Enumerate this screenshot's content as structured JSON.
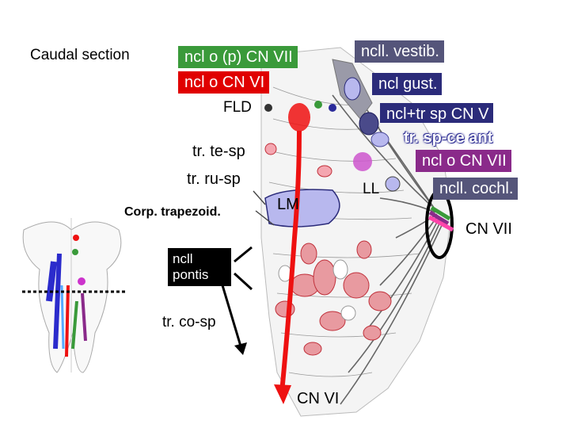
{
  "labels": {
    "caudal_section": "Caudal section",
    "fld": "FLD",
    "tr_te_sp": "tr. te-sp",
    "tr_ru_sp": "tr. ru-sp",
    "corp_trapezoid": "Corp. trapezoid.",
    "lm": "LM",
    "ll": "LL",
    "ncll_pontis": "ncll\npontis",
    "tr_co_sp": "tr. co-sp",
    "cn_vi": "CN VI",
    "cn_vii": "CN VII"
  },
  "boxes": {
    "ncl_o_p_cn_vii": "ncl o (p) CN VII",
    "ncl_o_cn_vi": "ncl o CN VI",
    "ncll_vestib": "ncll. vestib.",
    "ncl_gust": "ncl gust.",
    "ncl_tr_sp_cn_v": "ncl+tr sp CN V",
    "tr_sp_ce_ant": "tr. sp-ce ant",
    "ncl_o_cn_vii": "ncl o CN VII",
    "ncll_cochl": "ncll. cochl."
  },
  "colors": {
    "green_box": "#3a9a3a",
    "red_box": "#e00000",
    "navy_box": "#2b2b7a",
    "slate_box": "#55557a",
    "purple_box": "#8a2a8a",
    "lavender_structure": "#b8b8ee",
    "red_nerve": "#ee1111",
    "pink_nucleus": "#e89aa0"
  }
}
